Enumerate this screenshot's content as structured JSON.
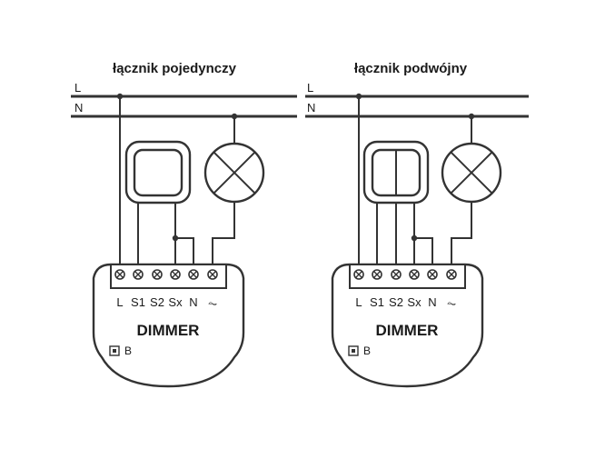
{
  "diagrams": [
    {
      "title": "łącznik pojedynczy",
      "bus_labels": [
        "L",
        "N"
      ],
      "switch_type": "single",
      "terminals": [
        "L",
        "S1",
        "S2",
        "Sx",
        "N",
        "⏦"
      ],
      "device_label": "DIMMER",
      "button_label": "B"
    },
    {
      "title": "łącznik podwójny",
      "bus_labels": [
        "L",
        "N"
      ],
      "switch_type": "double",
      "terminals": [
        "L",
        "S1",
        "S2",
        "Sx",
        "N",
        "⏦"
      ],
      "device_label": "DIMMER",
      "button_label": "B"
    }
  ],
  "icons": {
    "lamp": "lamp-icon",
    "switch": "switch-icon",
    "screw": "screw-terminal-icon",
    "button": "b-button-icon"
  },
  "colors": {
    "line": "#333333",
    "background": "#ffffff"
  }
}
